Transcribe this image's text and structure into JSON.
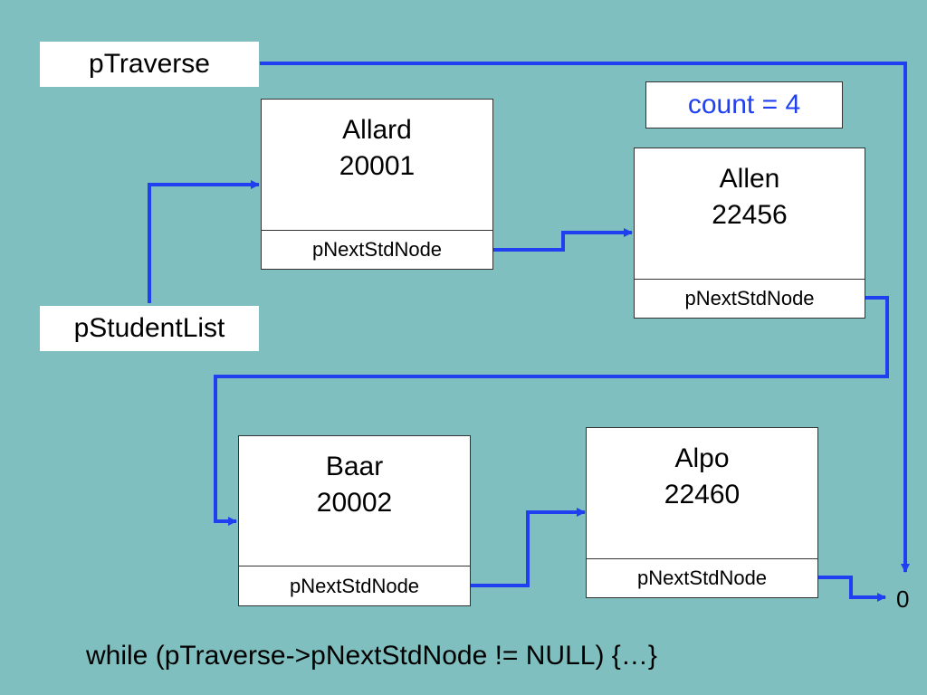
{
  "pointers": {
    "traverse": "pTraverse",
    "student_list": "pStudentList"
  },
  "count_label": "count = 4",
  "nodes": [
    {
      "name": "Allard",
      "id": "20001",
      "next": "pNextStdNode"
    },
    {
      "name": "Allen",
      "id": "22456",
      "next": "pNextStdNode"
    },
    {
      "name": "Baar",
      "id": "20002",
      "next": "pNextStdNode"
    },
    {
      "name": "Alpo",
      "id": "22460",
      "next": "pNextStdNode"
    }
  ],
  "null_value": "0",
  "code_line": "while (pTraverse->pNextStdNode != NULL) {…}",
  "colors": {
    "background": "#80bfbf",
    "arrow": "#1f3ff0",
    "count_text": "#1f3ff0"
  }
}
